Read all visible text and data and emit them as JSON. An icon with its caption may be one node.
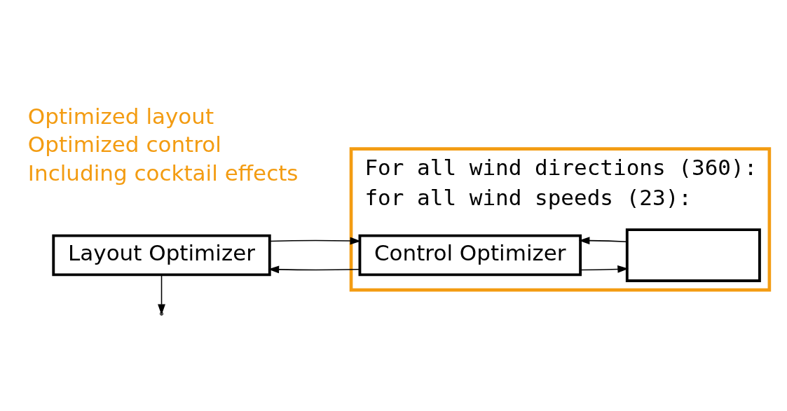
{
  "diagram": {
    "nodes": [
      {
        "text": [
          "For all wind directions (360):",
          "for all wind speeds (23):"
        ]
      },
      {
        "text": [
          "Layout Optimizer"
        ]
      },
      {
        "text": [
          "Control Optimizer"
        ],
        "in": 0
      },
      {
        "text": [],
        "shape": "box",
        "in": 0
      }
    ],
    "edges": [
      {
        "from": 1,
        "to": 2,
        "arrow": "to"
      },
      {
        "from": 2,
        "to": 1,
        "arrow": "to"
      },
      {
        "from": 2,
        "to": 3,
        "arrow": "to"
      },
      {
        "from": 3,
        "to": 2,
        "arrow": "to"
      },
      {
        "from": 1,
        "to": null,
        "arrow": "to"
      }
    ],
    "labels": [
      "Optimized layout",
      "Optimized control",
      "Including cocktail effects"
    ]
  }
}
